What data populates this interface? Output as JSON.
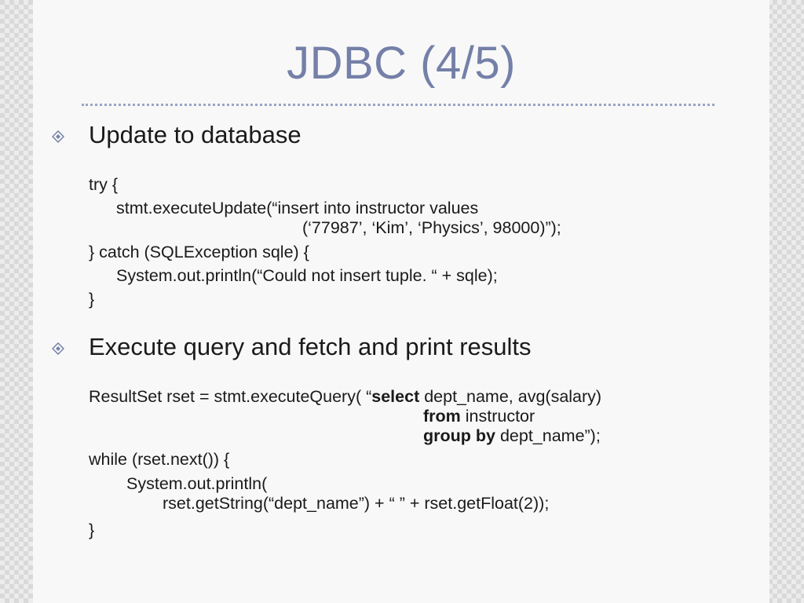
{
  "slide": {
    "title": "JDBC (4/5)",
    "accent_color": "#7480a8",
    "bullets": [
      {
        "heading": "Update to database",
        "code_lines": [
          "try {",
          "stmt.executeUpdate(“insert into instructor values",
          "(‘77987’, ‘Kim’, ‘Physics’, 98000)”);",
          "} catch (SQLException sqle) {",
          "System.out.println(“Could not insert tuple. “ + sqle);",
          "}"
        ]
      },
      {
        "heading": "Execute query and fetch and print results",
        "code": {
          "line1_prefix": "ResultSet rset = stmt.executeQuery( “",
          "line1_kw": "select",
          "line1_rest": " dept_name, avg(salary)",
          "line2_kw": "from",
          "line2_rest": " instructor",
          "line3_kw": "group by",
          "line3_rest": " dept_name”);",
          "line4": "while (rset.next()) {",
          "line5": "System.out.println(",
          "line6": "rset.getString(“dept_name”) + “  ” + rset.getFloat(2));",
          "line7": "}"
        }
      }
    ]
  }
}
